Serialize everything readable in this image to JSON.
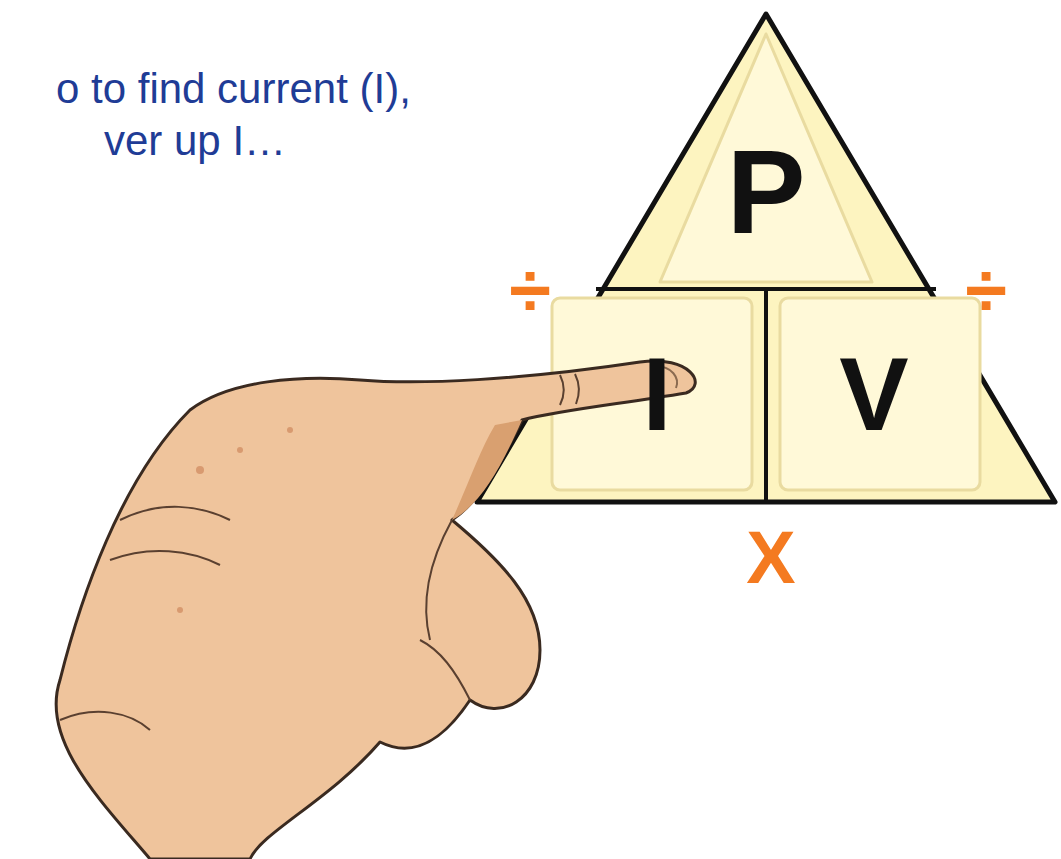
{
  "diagram": {
    "nodes": [
      {
        "text": [
          "P"
        ]
      },
      {
        "text": [
          "I"
        ]
      },
      {
        "text": [
          "V"
        ]
      }
    ],
    "labels": [
      "o to find current (I),",
      "ver up I…",
      "÷",
      "÷",
      "X"
    ]
  }
}
